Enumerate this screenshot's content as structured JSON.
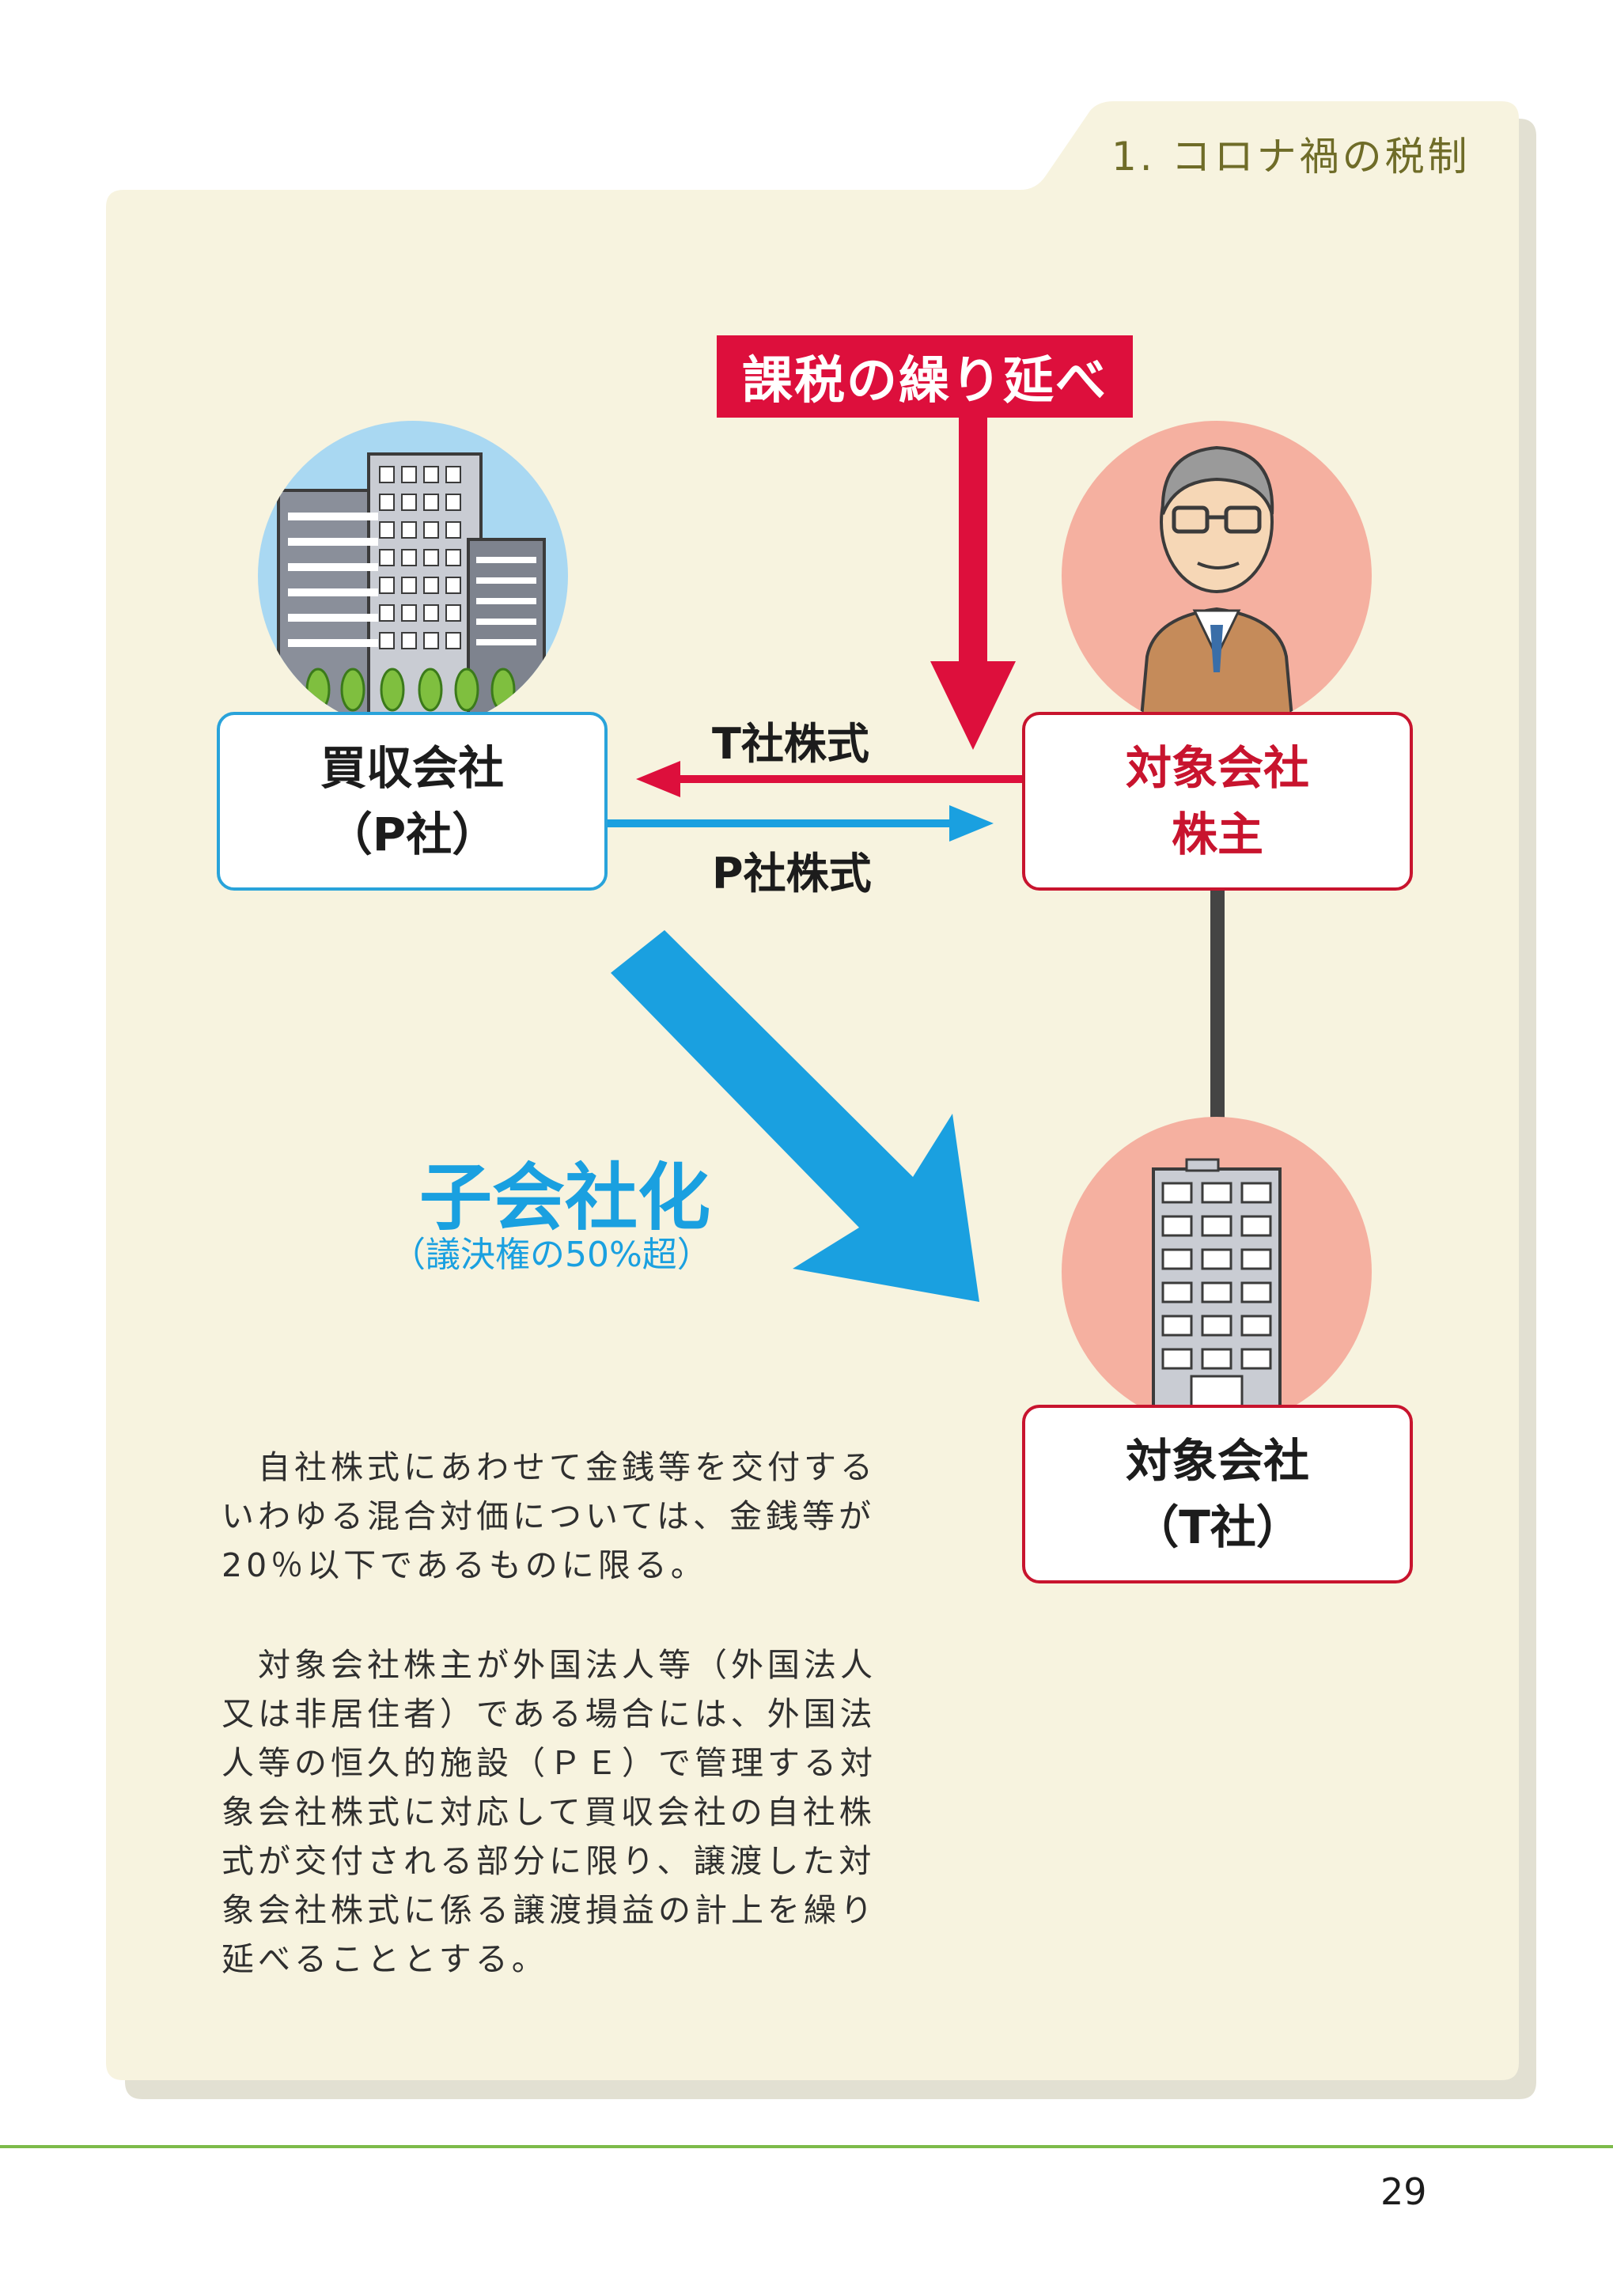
{
  "header": {
    "section_title": "1. コロナ禍の税制"
  },
  "diagram": {
    "tax_deferral_label": "課税の繰り延べ",
    "acquiring_company": {
      "line1": "買収会社",
      "line2": "（P社）"
    },
    "target_shareholder": {
      "line1": "対象会社",
      "line2": "株主"
    },
    "target_company": {
      "line1": "対象会社",
      "line2": "（T社）"
    },
    "arrow_t_shares": "T社株式",
    "arrow_p_shares": "P社株式",
    "subsidiary_label": "子会社化",
    "subsidiary_note": "（議決権の50%超）"
  },
  "body": {
    "paragraph1": "　自社株式にあわせて金銭等を交付するいわゆる混合対価については、金銭等が20％以下であるものに限る。",
    "paragraph2": "　対象会社株主が外国法人等（外国法人又は非居住者）である場合には、外国法人等の恒久的施設（ＰＥ）で管理する対象会社株式に対応して買収会社の自社株式が交付される部分に限り、譲渡した対象会社株式に係る譲渡損益の計上を繰り延べることとする。"
  },
  "footer": {
    "page_number": "29"
  },
  "colors": {
    "panel": "#f7f3df",
    "red": "#dd0f3c",
    "blue": "#1aa0e0",
    "tab_text": "#6f6c28",
    "footer_line": "#7dbb4a"
  }
}
